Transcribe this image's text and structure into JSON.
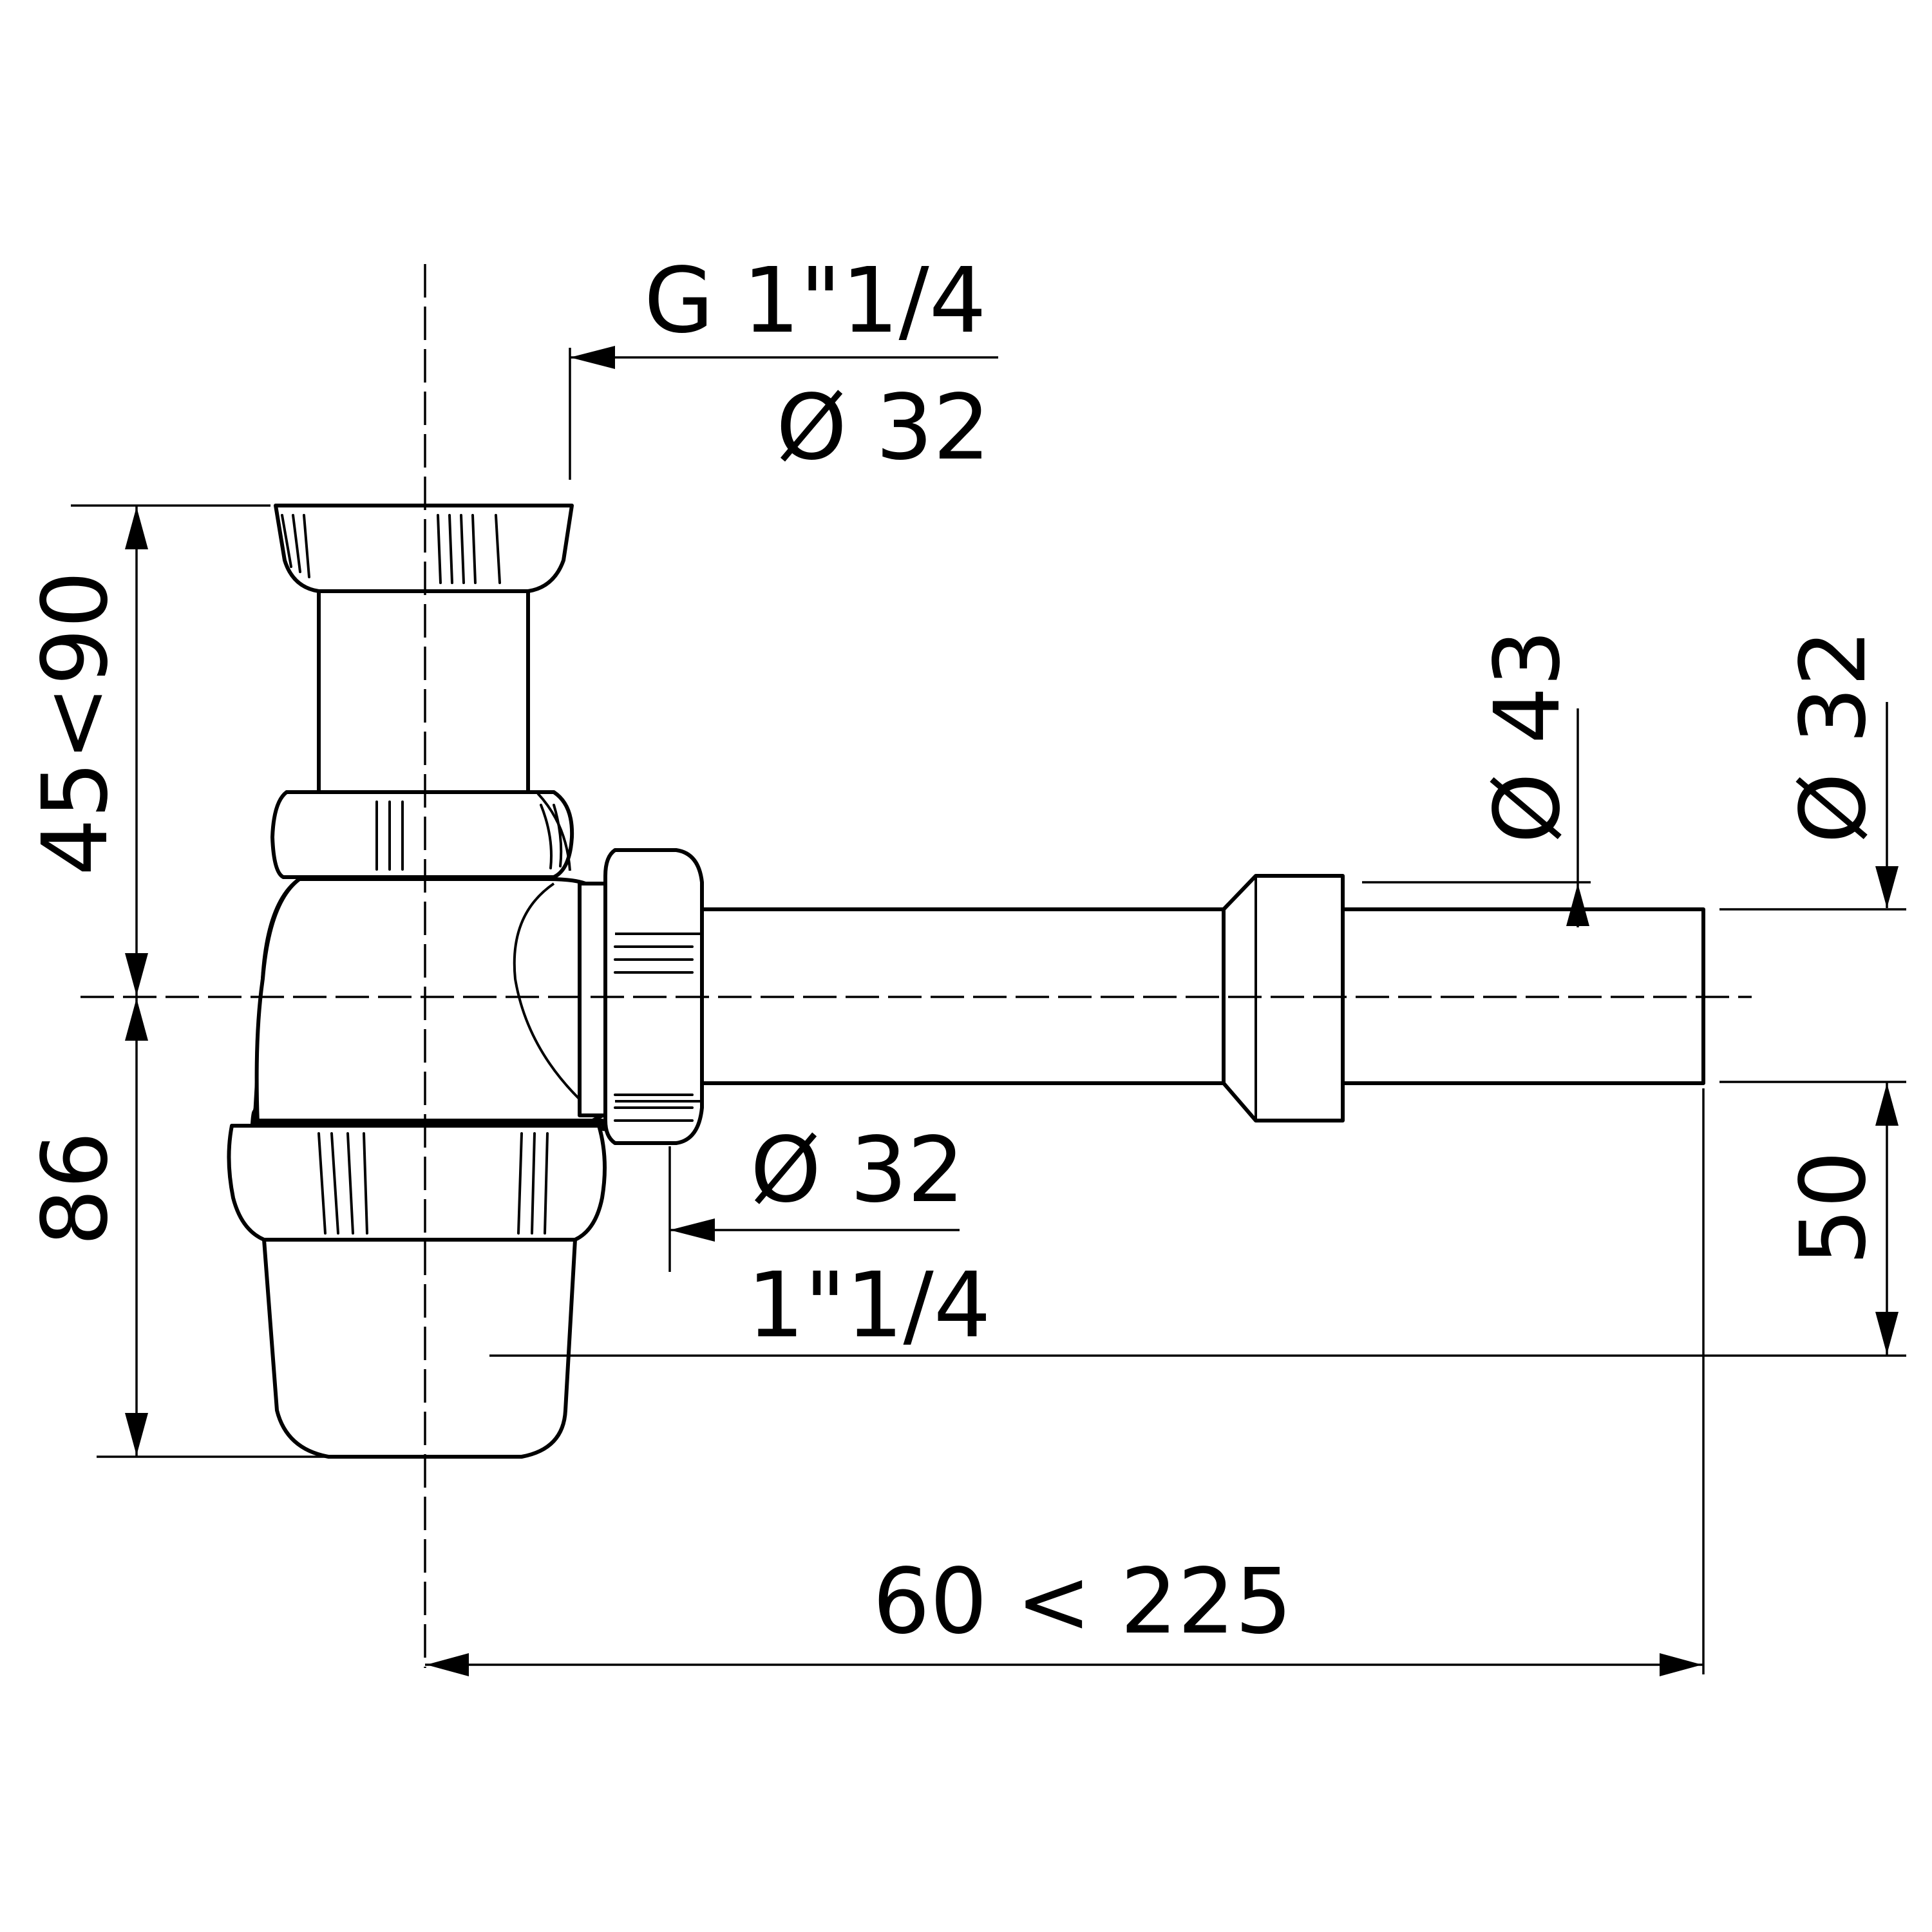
{
  "labels": {
    "inlet_thread": "G 1\"1/4",
    "inlet_diameter": "Ø 32",
    "outlet_thread": "1\"1/4",
    "outlet_diameter": "Ø 32",
    "sleeve_diameter": "Ø 43",
    "pipe_diameter": "Ø 32",
    "height_range": "45<90",
    "body_height": "86",
    "outlet_height": "50",
    "length_range": "60 < 225"
  }
}
